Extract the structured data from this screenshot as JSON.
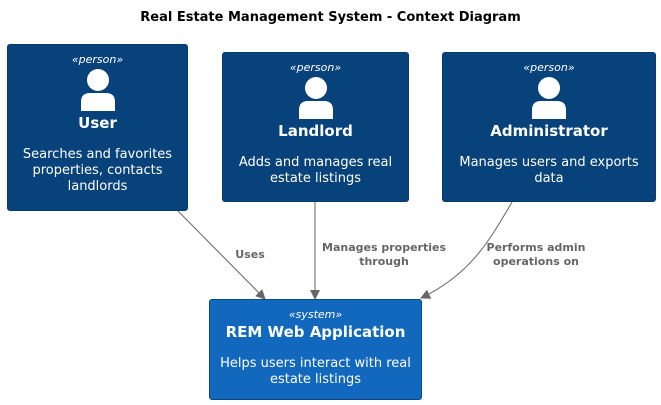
{
  "title": "Real Estate Management System - Context Diagram",
  "nodes": {
    "user": {
      "stereotype": "«person»",
      "name": "User",
      "description": "Searches and favorites properties, contacts landlords"
    },
    "landlord": {
      "stereotype": "«person»",
      "name": "Landlord",
      "description": "Adds and manages real estate listings"
    },
    "admin": {
      "stereotype": "«person»",
      "name": "Administrator",
      "description": "Manages users and exports data"
    },
    "system": {
      "stereotype": "«system»",
      "name": "REM Web Application",
      "description": "Helps users interact with real estate listings"
    }
  },
  "edges": [
    {
      "from": "user",
      "to": "system",
      "label": "Uses"
    },
    {
      "from": "landlord",
      "to": "system",
      "label": "Manages properties through"
    },
    {
      "from": "admin",
      "to": "system",
      "label": "Performs admin operations on"
    }
  ],
  "colors": {
    "person": "#08427b",
    "system": "#1168bd",
    "edge": "#666666"
  }
}
